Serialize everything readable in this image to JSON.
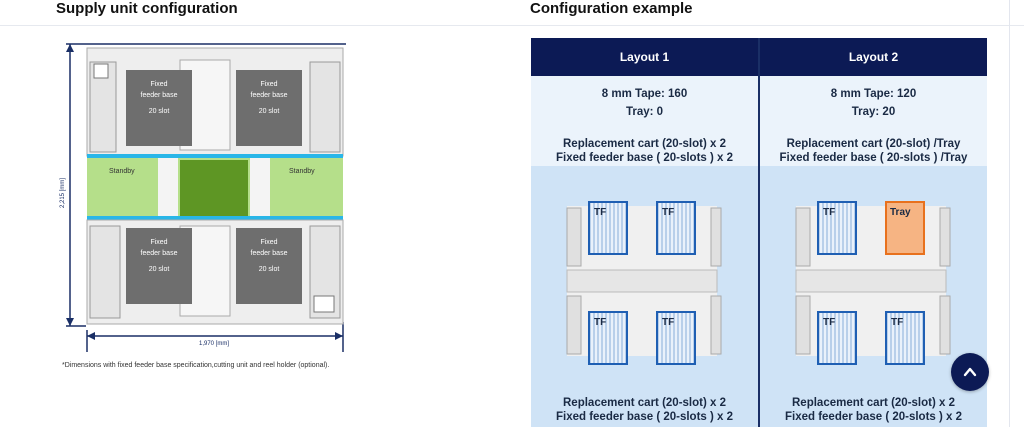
{
  "left": {
    "title": "Supply unit configuration",
    "dim_height": "2,215 [mm]",
    "dim_width": "1,970 [mm]",
    "feeder_top_left": [
      "Fixed",
      "feeder base",
      "20 slot"
    ],
    "feeder_top_right": [
      "Fixed",
      "feeder base",
      "20 slot"
    ],
    "feeder_bottom_left": [
      "Fixed",
      "feeder base",
      "20 slot"
    ],
    "feeder_bottom_right": [
      "Fixed",
      "feeder base",
      "20 slot"
    ],
    "standby_left": "Standby",
    "standby_right": "Standby",
    "footnote": "*Dimensions with fixed feeder base specification,cutting unit and reel holder (optional)."
  },
  "right": {
    "title": "Configuration example",
    "layouts": [
      {
        "header": "Layout 1",
        "tape": "8 mm Tape: 160",
        "tray": "Tray: 0",
        "top_caption_1": "Replacement cart (20-slot) x 2",
        "top_caption_2": "Fixed feeder base ( 20-slots ) x 2",
        "slots": [
          "TF",
          "TF",
          "TF",
          "TF"
        ],
        "bottom_caption_1": "Replacement cart (20-slot) x 2",
        "bottom_caption_2": "Fixed feeder base ( 20-slots ) x 2"
      },
      {
        "header": "Layout 2",
        "tape": "8 mm Tape: 120",
        "tray": "Tray: 20",
        "top_caption_1": "Replacement cart (20-slot) /Tray",
        "top_caption_2": "Fixed feeder base ( 20-slots ) /Tray",
        "slots": [
          "TF",
          "Tray",
          "TF",
          "TF"
        ],
        "bottom_caption_1": "Replacement cart (20-slot) x 2",
        "bottom_caption_2": "Fixed feeder base ( 20-slots ) x 2"
      }
    ]
  },
  "colors": {
    "header_navy": "#0c1a55",
    "light_green": "#b5df8a",
    "dark_green": "#5e9624",
    "cyan_rail": "#29b6e8",
    "feeder_gray": "#6e6e6e",
    "tray_orange": "#f6b483"
  },
  "icons": {
    "scroll_top": "chevron-up-icon"
  }
}
